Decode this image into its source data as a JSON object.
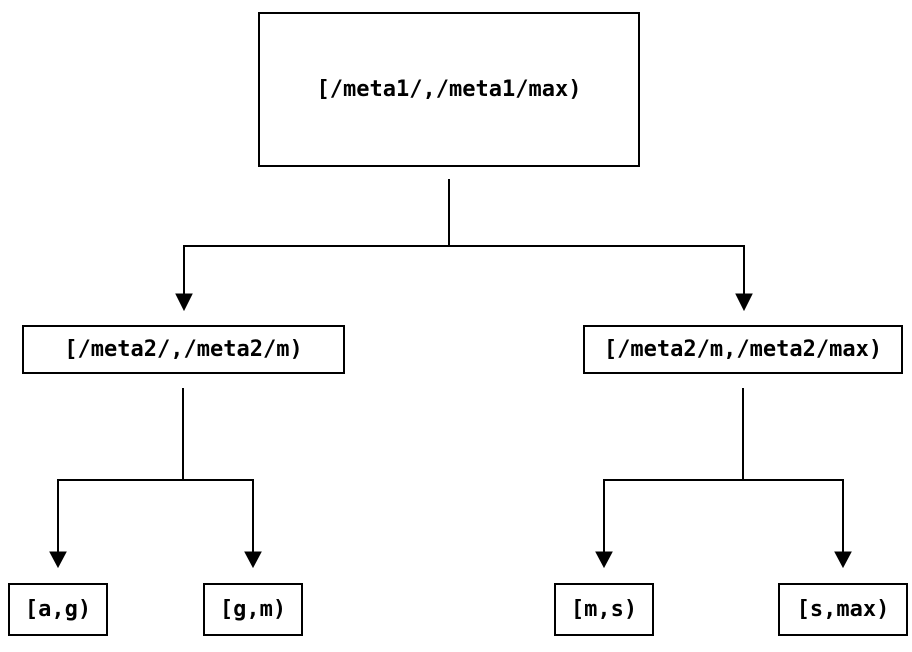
{
  "diagram": {
    "type": "tree",
    "background_color": "#ffffff",
    "line_color": "#000000",
    "text_color": "#000000",
    "nodes": [
      {
        "id": "root",
        "label": "[/meta1/,/meta1/max)",
        "level": 0
      },
      {
        "id": "meta2-low",
        "label": "[/meta2/,/meta2/m)",
        "level": 1
      },
      {
        "id": "meta2-high",
        "label": "[/meta2/m,/meta2/max)",
        "level": 1
      },
      {
        "id": "leaf-a-g",
        "label": "[a,g)",
        "level": 2
      },
      {
        "id": "leaf-g-m",
        "label": "[g,m)",
        "level": 2
      },
      {
        "id": "leaf-m-s",
        "label": "[m,s)",
        "level": 2
      },
      {
        "id": "leaf-s-max",
        "label": "[s,max)",
        "level": 2
      }
    ],
    "edges": [
      {
        "from": "root",
        "to": "meta2-low"
      },
      {
        "from": "root",
        "to": "meta2-high"
      },
      {
        "from": "meta2-low",
        "to": "leaf-a-g"
      },
      {
        "from": "meta2-low",
        "to": "leaf-g-m"
      },
      {
        "from": "meta2-high",
        "to": "leaf-m-s"
      },
      {
        "from": "meta2-high",
        "to": "leaf-s-max"
      }
    ]
  }
}
